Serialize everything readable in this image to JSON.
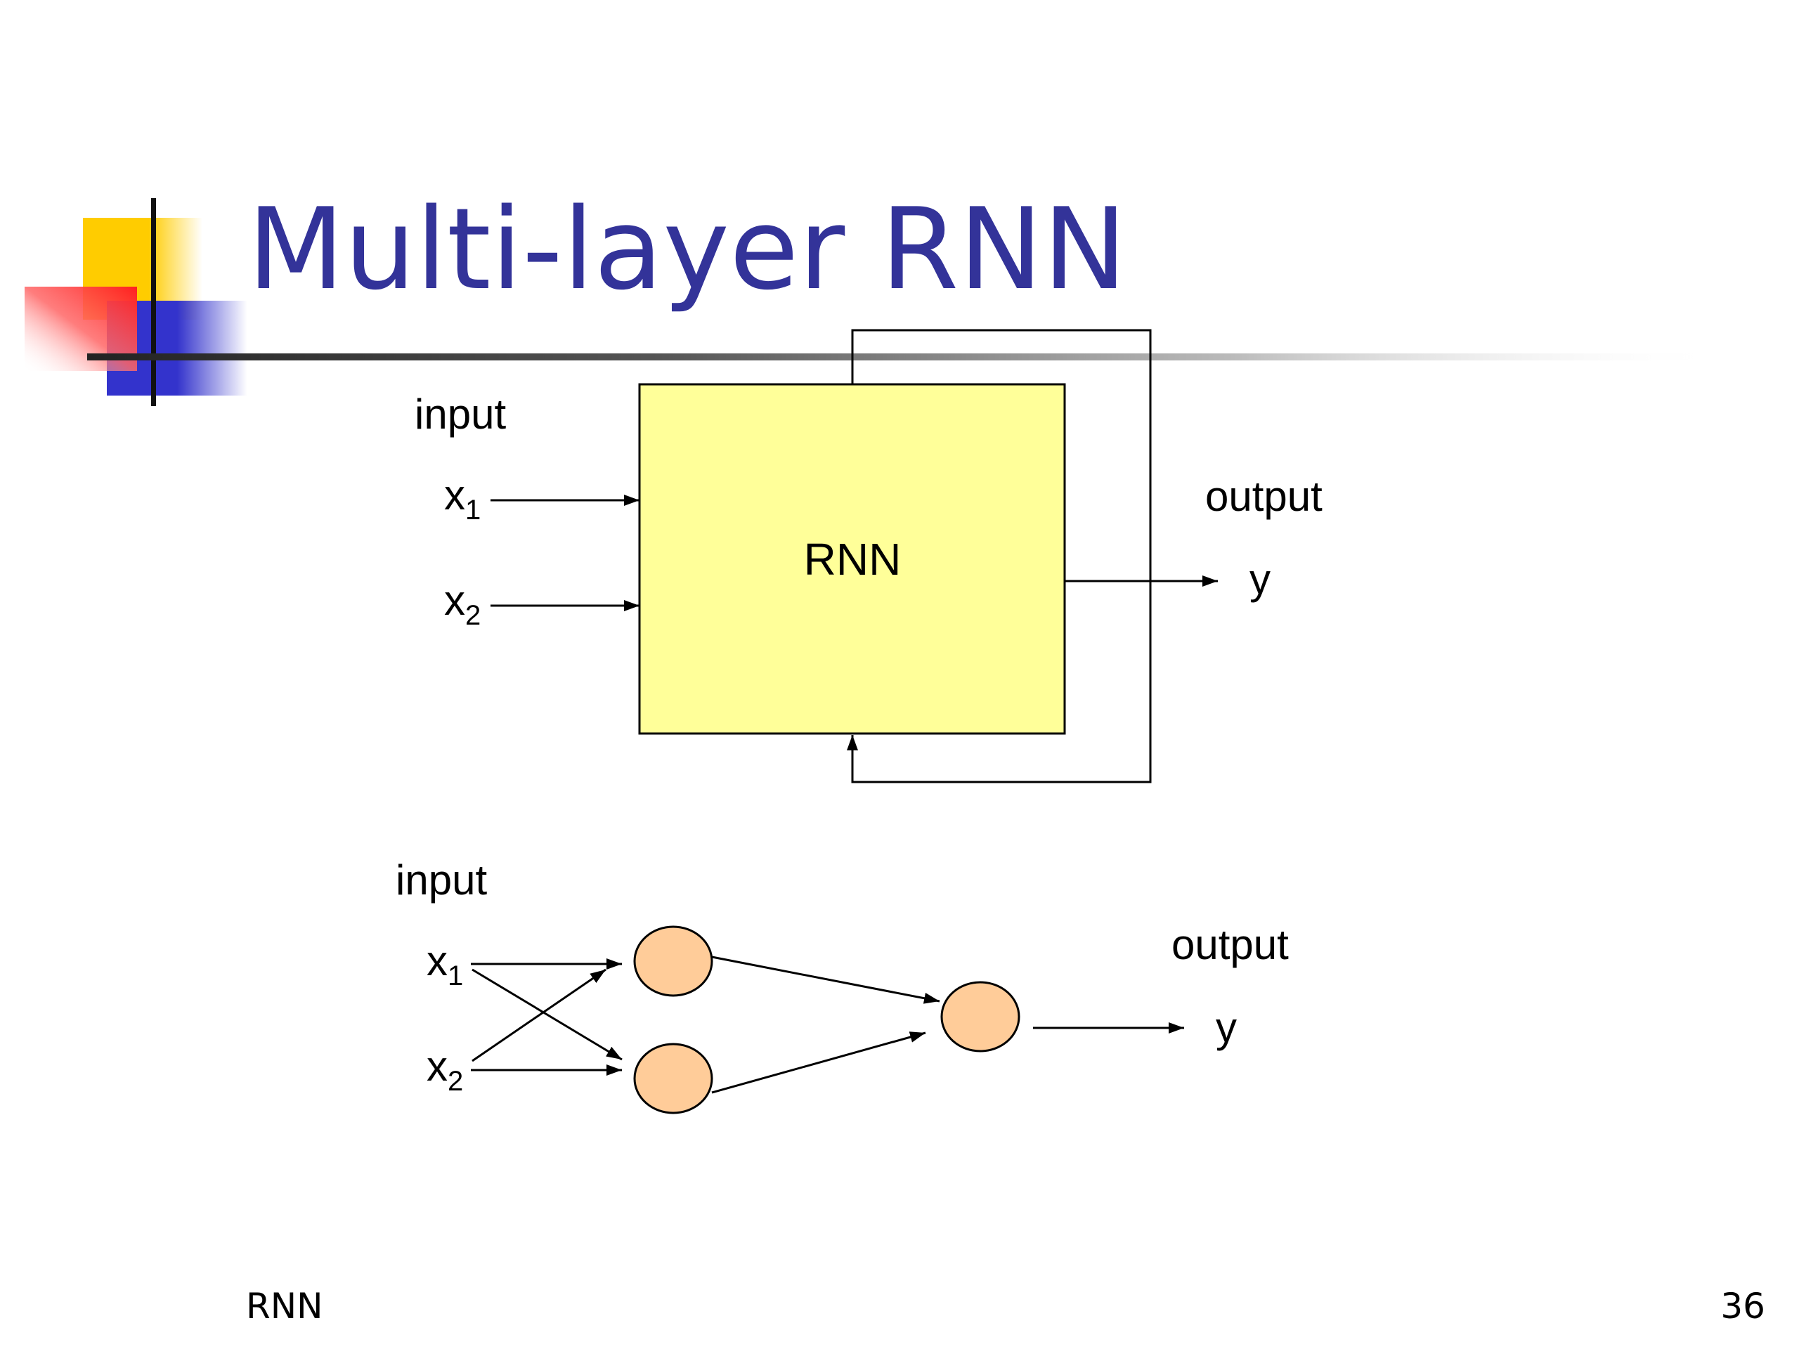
{
  "slide": {
    "title": "Multi-layer RNN",
    "footer_label": "RNN",
    "page_number": "36"
  },
  "top_diagram": {
    "input_label": "input",
    "x1": "x",
    "x1_sub": "1",
    "x2": "x",
    "x2_sub": "2",
    "box_label": "RNN",
    "output_label": "output",
    "y": "y",
    "box_color": "#FFFF99"
  },
  "bottom_diagram": {
    "input_label": "input",
    "x1": "x",
    "x1_sub": "1",
    "x2": "x",
    "x2_sub": "2",
    "output_label": "output",
    "y": "y",
    "node_color": "#FFCC99"
  },
  "colors": {
    "title": "#333399",
    "deco_yellow": "#FFCC00",
    "deco_red": "#FF3333",
    "deco_blue": "#3333CC"
  }
}
